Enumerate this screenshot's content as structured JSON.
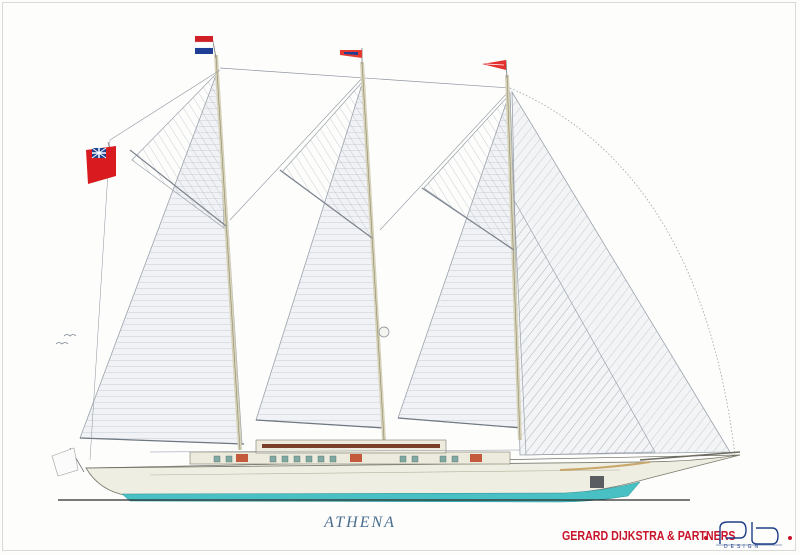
{
  "drawing": {
    "vessel_name": "ATHENA",
    "designer": "GERARD DIJKSTRA & PARTNERS",
    "studio_logo_text": "DESIGN"
  },
  "colors": {
    "hull": "#efeee2",
    "boot_stripe": "#49c0c4",
    "sail_lines": "#9aa3ad",
    "rigging": "#7d858e",
    "red_ensign": "#d91a1f",
    "dutch_red": "#d11f26",
    "dutch_blue": "#1e3f95",
    "caption_blue": "#4a6e8f",
    "firm_red": "#c8142a"
  },
  "icons": [
    "three-masted-schooner",
    "red-ensign-flag",
    "dutch-flag",
    "pennant-flag",
    "burgee-flag",
    "white-stern-flag",
    "seagulls",
    "logo-mark"
  ]
}
